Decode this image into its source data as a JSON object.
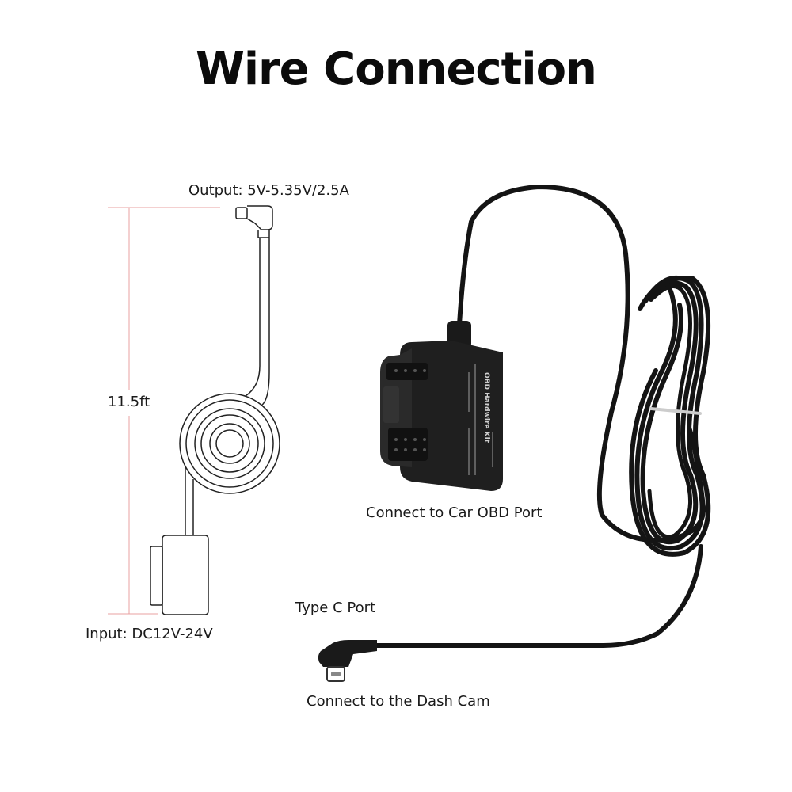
{
  "title": "Wire Connection",
  "labels": {
    "output": "Output: 5V-5.35V/2.5A",
    "length": "11.5ft",
    "input": "Input: DC12V-24V",
    "obd": "Connect to Car OBD Port",
    "typec": "Type C Port",
    "dashcam": "Connect to the Dash Cam"
  },
  "module_text": {
    "brand": "OBD Hardwire Kit"
  },
  "colors": {
    "dimension_line": "#e8a0a0",
    "cable": "#141414",
    "outline": "#222222"
  }
}
